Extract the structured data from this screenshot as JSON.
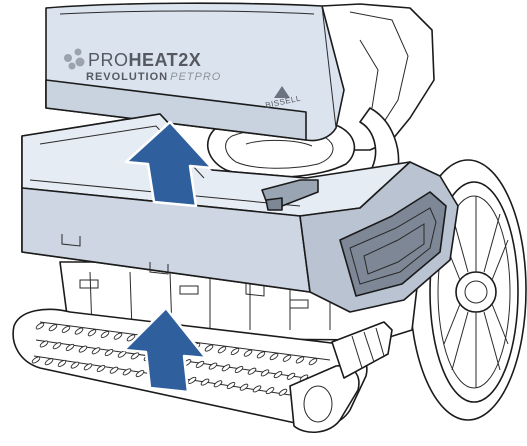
{
  "brand": {
    "line1_pro": "PRO",
    "line1_heat": "HEAT",
    "line1_model": "2X",
    "line2_revolution": "REVOLUTION",
    "line2_petpro": "PETPRO",
    "maker": "BISSELL"
  },
  "colors": {
    "housing_fill": "#dbe3ee",
    "housing_shade": "#c4cedb",
    "arrow_fill": "#2f5f9d",
    "line": "#1b1b1b",
    "panel_dark": "#7d8796"
  },
  "arrows": {
    "count": 2,
    "direction": "up",
    "icon": "up-arrow-icon"
  }
}
